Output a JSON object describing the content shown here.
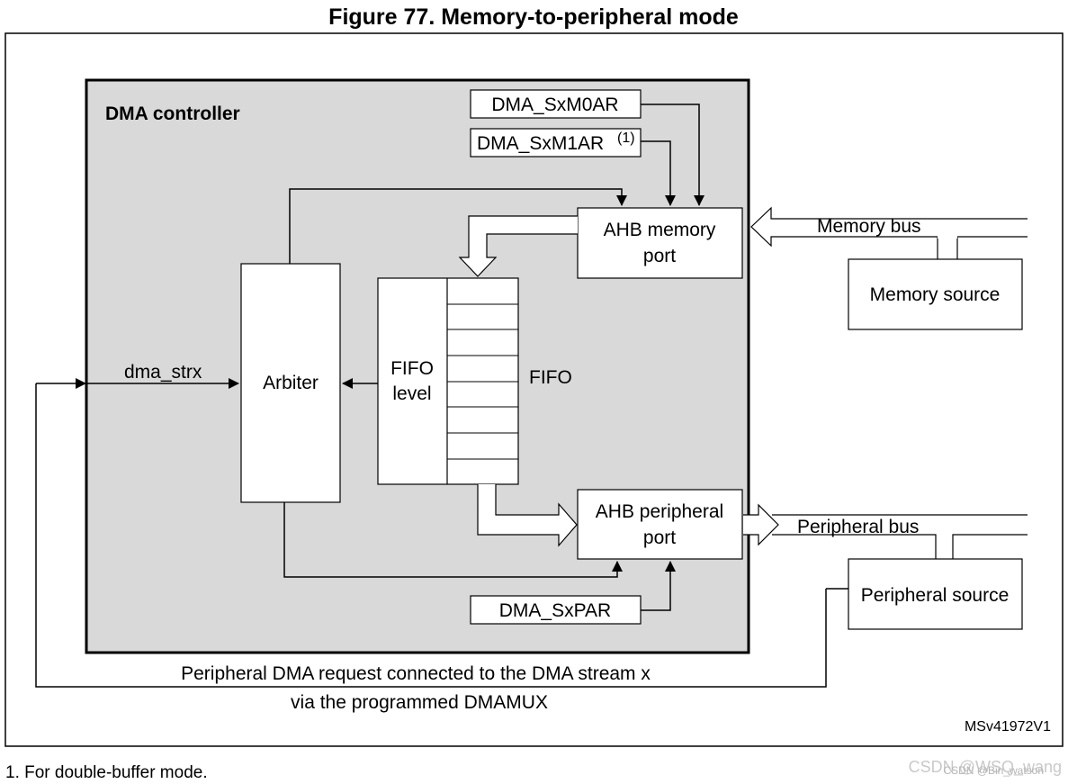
{
  "figure_title": "Figure 77. Memory-to-peripheral mode",
  "controller_label": "DMA controller",
  "registers": {
    "m0ar": "DMA_SxM0AR",
    "m1ar": "DMA_SxM1AR",
    "m1ar_note": "(1)",
    "par": "DMA_SxPAR"
  },
  "blocks": {
    "ahb_memory_port": [
      "AHB memory",
      "port"
    ],
    "ahb_peripheral_port": [
      "AHB peripheral",
      "port"
    ],
    "arbiter": "Arbiter",
    "fifo_level": [
      "FIFO",
      "level"
    ],
    "fifo": "FIFO",
    "memory_source": "Memory source",
    "peripheral_source": "Peripheral source"
  },
  "signals": {
    "dma_strx": "dma_strx",
    "memory_bus": "Memory bus",
    "peripheral_bus": "Peripheral bus",
    "request_line1": "Peripheral DMA request connected to the DMA stream x",
    "request_line2": "via the programmed DMAMUX"
  },
  "figure_id": "MSv41972V1",
  "footnote": "1.   For double-buffer mode.",
  "watermark": "CSDN @WSQ_wang",
  "watermark_overlay": "CSDN @Bin_watson"
}
